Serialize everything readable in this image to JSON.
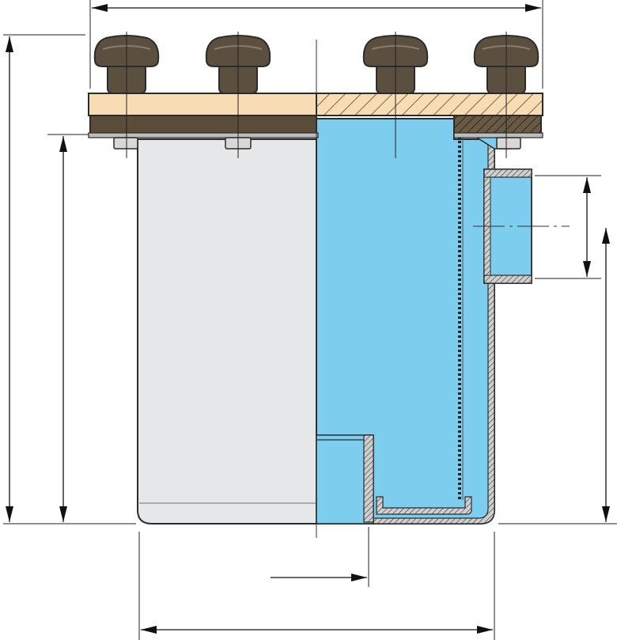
{
  "drawing": {
    "colors": {
      "outline": "#2b2b2b",
      "gray_body": "#e6e7e8",
      "blue_body": "#7dcdef",
      "lid_wood": "#f8dcb4",
      "gasket_dark": "#5a4c39",
      "knob": "#5b4f3f",
      "nut": "#d8d8d8",
      "hatch_dark": "#6a5a44",
      "hatch_light": "#e8c9a0"
    },
    "knobs": [
      "knob-1",
      "knob-2",
      "knob-3",
      "knob-4"
    ],
    "dimensions": [
      "overall-width-dim",
      "overall-height-dim",
      "body-height-dim",
      "outlet-height-dim",
      "outlet-diameter-dim",
      "base-width-dim",
      "inner-offset-dim"
    ]
  }
}
